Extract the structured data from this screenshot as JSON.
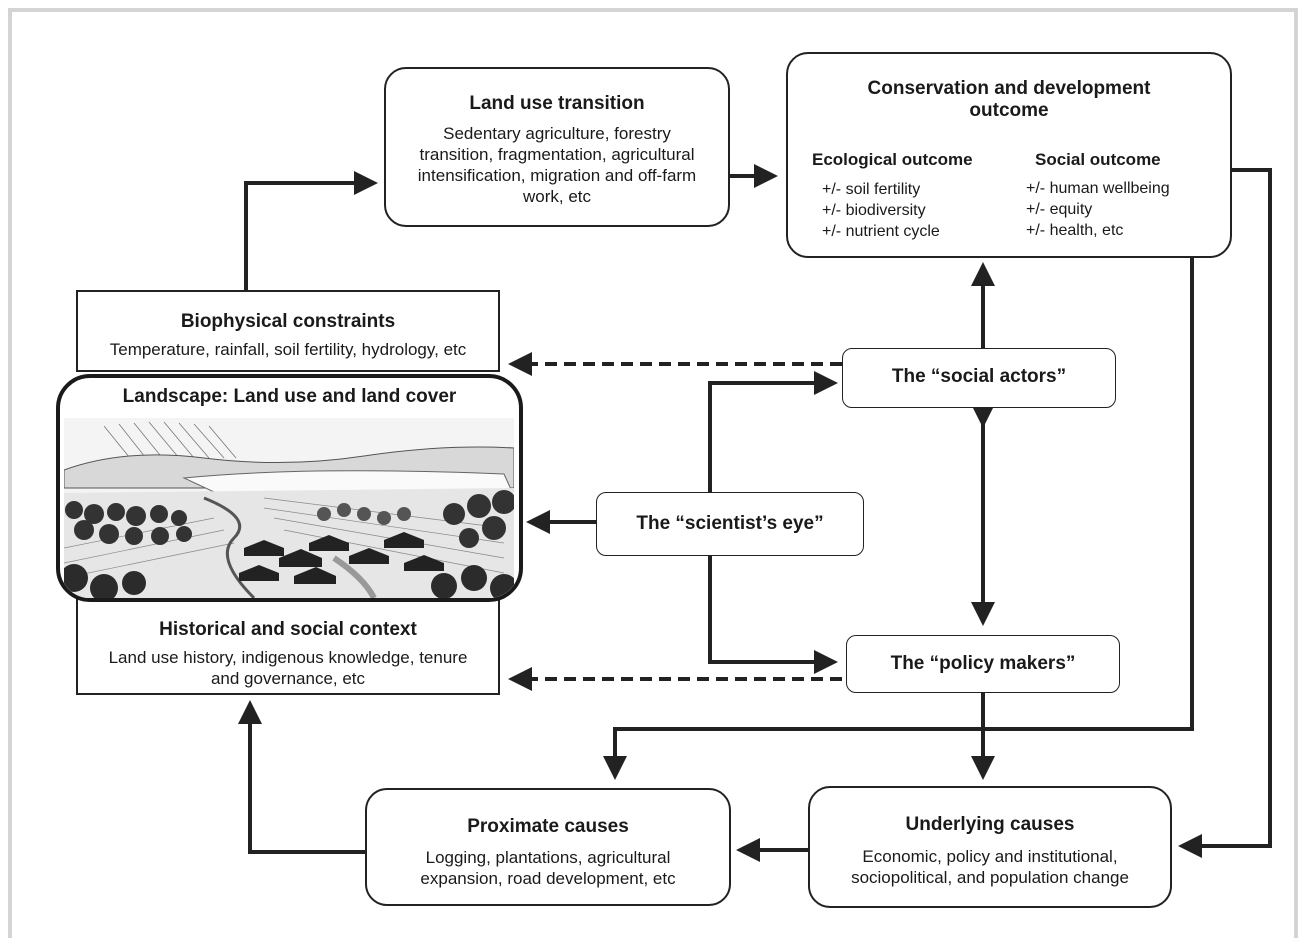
{
  "land_use_transition": {
    "title": "Land use transition",
    "line1": "Sedentary agriculture, forestry",
    "line2": "transition, fragmentation, agricultural",
    "line3": "intensification, migration and off-farm",
    "line4": "work, etc"
  },
  "outcome": {
    "title_line1": "Conservation and development",
    "title_line2": "outcome",
    "ecological_title": "Ecological outcome",
    "ecological_items": [
      "+/- soil fertility",
      "+/- biodiversity",
      "+/- nutrient cycle"
    ],
    "social_title": "Social outcome",
    "social_items": [
      "+/- human wellbeing",
      "+/- equity",
      "+/- health, etc"
    ]
  },
  "biophysical": {
    "title": "Biophysical constraints",
    "body": "Temperature, rainfall, soil fertility, hydrology, etc"
  },
  "landscape": {
    "title": "Landscape: Land use and land cover"
  },
  "historical": {
    "title": "Historical and social context",
    "line1": "Land use history, indigenous knowledge, tenure",
    "line2": "and governance, etc"
  },
  "actors": {
    "social_actors": "The “social actors”",
    "scientists_eye": "The “scientist’s eye”",
    "policy_makers": "The “policy makers”"
  },
  "proximate": {
    "title": "Proximate causes",
    "line1": "Logging, plantations, agricultural",
    "line2": "expansion, road development, etc"
  },
  "underlying": {
    "title": "Underlying causes",
    "line1": "Economic, policy and institutional,",
    "line2": "sociopolitical, and population change"
  }
}
